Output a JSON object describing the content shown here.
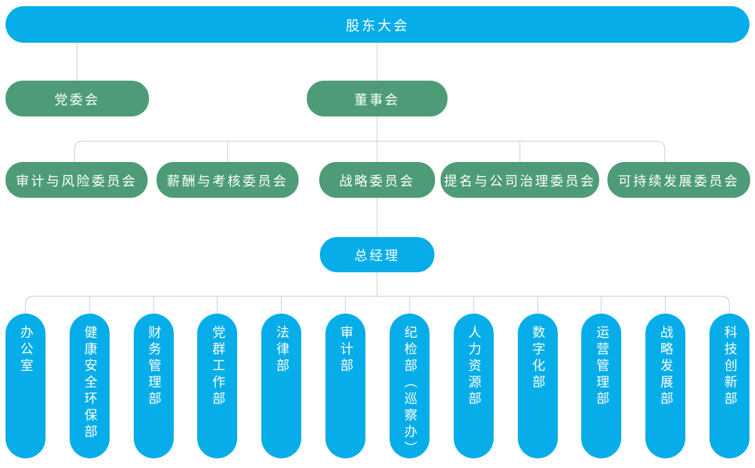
{
  "colors": {
    "node_blue": "#06ade9",
    "node_green": "#4e9c77",
    "connector_line": "#c9c9c9",
    "node_text": "#ffffff"
  },
  "nodes": {
    "root": {
      "label": "股东大会"
    },
    "party_committee": {
      "label": "党委会"
    },
    "board": {
      "label": "董事会"
    },
    "committees": [
      {
        "label": "审计与风险委员会"
      },
      {
        "label": "薪酬与考核委员会"
      },
      {
        "label": "战略委员会"
      },
      {
        "label": "提名与公司治理委员会"
      },
      {
        "label": "可持续发展委员会"
      }
    ],
    "general_manager": {
      "label": "总经理"
    },
    "departments": [
      {
        "label": "办公室"
      },
      {
        "label": "健康安全环保部"
      },
      {
        "label": "财务管理部"
      },
      {
        "label": "党群工作部"
      },
      {
        "label": "法律部"
      },
      {
        "label": "审计部"
      },
      {
        "label": "纪检部（巡察办）"
      },
      {
        "label": "人力资源部"
      },
      {
        "label": "数字化部"
      },
      {
        "label": "运营管理部"
      },
      {
        "label": "战略发展部"
      },
      {
        "label": "科技创新部"
      }
    ]
  }
}
